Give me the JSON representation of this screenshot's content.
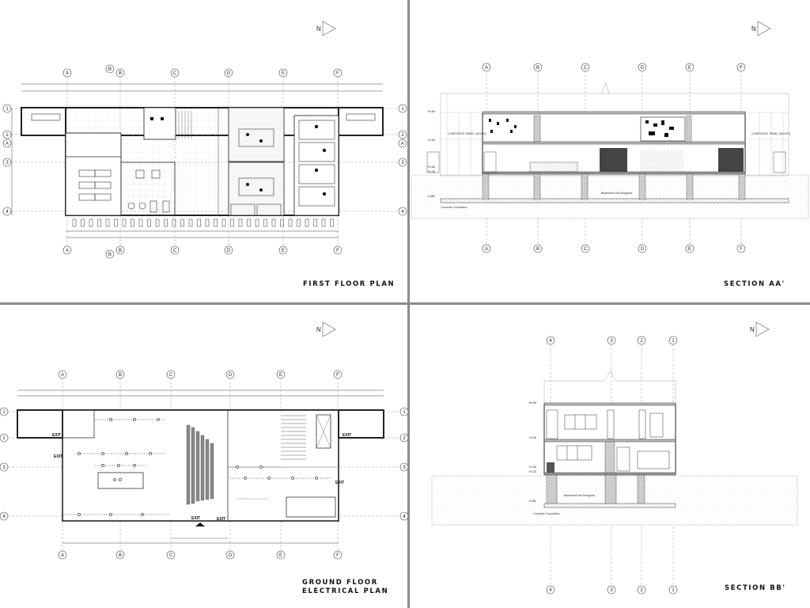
{
  "sheets": {
    "first_floor": {
      "title": "FIRST FLOOR PLAN",
      "north_label": "N",
      "column_grid": [
        "A",
        "B",
        "C",
        "D",
        "E",
        "F"
      ],
      "row_grid": [
        "1",
        "2",
        "3",
        "4"
      ],
      "section_markers": [
        "A",
        "B"
      ]
    },
    "section_aa": {
      "title": "SECTION AA'",
      "north_label": "N",
      "column_grid": [
        "A",
        "B",
        "C",
        "D",
        "E",
        "F"
      ],
      "levels": [
        "+6.50",
        "+3.30",
        "+0.50",
        "+0.20",
        "-2.85"
      ],
      "basement_note": "Basement Not Designed",
      "foundation_note": "Concrete Foundation",
      "facade_note": "COMPOSITE PANEL (WOOD)"
    },
    "ground_floor": {
      "title_line1": "GROUND FLOOR",
      "title_line2": "ELECTRICAL PLAN",
      "north_label": "N",
      "column_grid": [
        "A",
        "B",
        "C",
        "D",
        "E",
        "F"
      ],
      "row_grid": [
        "1",
        "2",
        "3",
        "4"
      ],
      "exit_label": "EXIT"
    },
    "section_bb": {
      "title": "SECTION BB'",
      "north_label": "N",
      "column_grid": [
        "4",
        "3",
        "2",
        "1"
      ],
      "levels": [
        "+6.50",
        "+3.30",
        "+0.50",
        "+0.20",
        "-2.85"
      ],
      "basement_note": "Basement Not Designed",
      "foundation_note": "Concrete Foundation"
    }
  },
  "colors": {
    "line": "#222222",
    "grid": "#9a9a9a",
    "divider": "#8c8c8c",
    "hatch": "#555555"
  }
}
